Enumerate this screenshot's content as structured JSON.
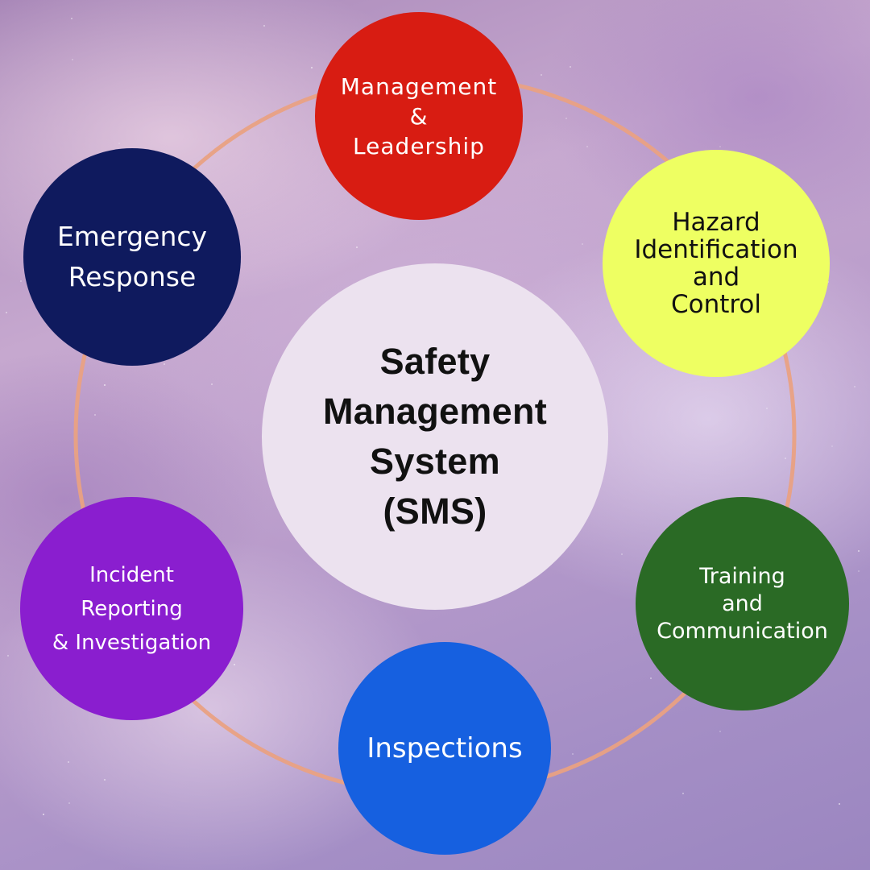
{
  "diagram": {
    "center": {
      "label": "Safety\nManagement\nSystem\n(SMS)",
      "color": "#ece2ef"
    },
    "ring_color": "#e9a183",
    "nodes": [
      {
        "id": "management",
        "label": "Management\n&\nLeadership",
        "color": "#d81c12",
        "text_color": "#ffffff"
      },
      {
        "id": "hazard",
        "label": "Hazard\nIdentification\nand\nControl",
        "color": "#eeff62",
        "text_color": "#111111"
      },
      {
        "id": "training",
        "label": "Training\nand\nCommunication",
        "color": "#2a6a25",
        "text_color": "#ffffff"
      },
      {
        "id": "inspections",
        "label": "Inspections",
        "color": "#1660e0",
        "text_color": "#ffffff"
      },
      {
        "id": "incident",
        "label": "Incident\nReporting\n& Investigation",
        "color": "#8a1ecf",
        "text_color": "#ffffff"
      },
      {
        "id": "emergency",
        "label": "Emergency\nResponse",
        "color": "#0f1a5e",
        "text_color": "#ffffff"
      }
    ]
  }
}
